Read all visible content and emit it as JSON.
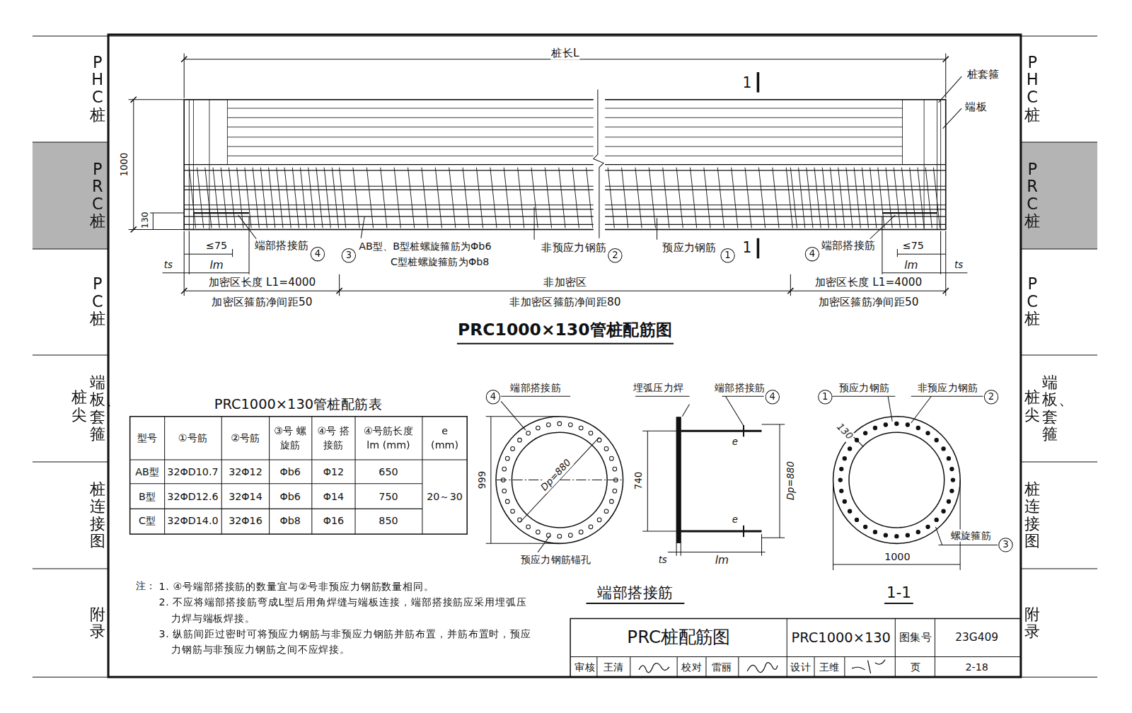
{
  "diagram": {
    "title": "PRC桩配筋图",
    "nodes": [
      {
        "text": [
          "PHC桩"
        ]
      },
      {
        "text": [
          "PRC桩"
        ]
      },
      {
        "text": [
          "PC桩"
        ]
      },
      {
        "text": [
          "端板、套箍",
          "桩尖"
        ]
      },
      {
        "text": [
          "桩连接图"
        ]
      },
      {
        "text": [
          "附录"
        ]
      },
      {
        "text": [
          "PHC桩"
        ]
      },
      {
        "text": [
          "PRC桩"
        ]
      },
      {
        "text": [
          "PC桩"
        ]
      },
      {
        "text": [
          "端板、套箍",
          "桩尖"
        ]
      },
      {
        "text": [
          "桩连接图"
        ]
      },
      {
        "text": [
          "附录"
        ]
      }
    ],
    "labels": [
      "桩长L",
      "1",
      "桩套箍",
      "端板",
      "1000",
      "130",
      "≤75",
      "端部搭接筋",
      "4",
      "3",
      "AB型、B型桩螺旋箍筋为Φb6",
      "C型桩螺旋箍筋为Φb8",
      "非预应力钢筋",
      "2",
      "预应力钢筋",
      "1",
      "1",
      "4",
      "端部搭接筋",
      "≤75",
      "lm",
      "ts",
      "lm",
      "ts",
      "加密区长度 L1=4000",
      "加密区箍筋净间距50",
      "非加密区",
      "非加密区箍筋净间距80",
      "加密区长度 L1=4000",
      "加密区箍筋净间距50",
      "PRC1000×130管桩配筋图",
      "PRC1000×130管桩配筋表",
      "型号",
      "①号筋",
      "②号筋",
      "③号 螺旋筋",
      "④号 搭接筋",
      "④号筋长度 lm (mm)",
      "e (mm)",
      "AB型",
      "32ΦD10.7",
      "32Φ12",
      "Φb6",
      "Φ12",
      "650",
      "20～30",
      "B型",
      "32ΦD12.6",
      "32Φ14",
      "Φb6",
      "Φ14",
      "750",
      "C型",
      "32ΦD14.0",
      "32Φ16",
      "Φb8",
      "Φ16",
      "850",
      "4",
      "端部搭接筋",
      "999",
      "Dp=880",
      "预应力钢筋锚孔",
      "埋弧压力焊",
      "端部搭接筋",
      "4",
      "740",
      "e",
      "e",
      "Dp=880",
      "ts",
      "lm",
      "端部搭接筋",
      "1",
      "预应力钢筋",
      "非预应力钢筋",
      "2",
      "130",
      "螺旋箍筋",
      "3",
      "1000",
      "1-1",
      "注：",
      "1. ④号端部搭接筋的数量宜与②号非预应力钢筋数量相同。",
      "2. 不应将端部搭接筋弯成L型后用角焊缝与端板连接，端部搭接筋应采用埋弧压力焊与端板焊接。",
      "3. 纵筋间距过密时可将预应力钢筋与非预应力钢筋并筋布置，并筋布置时，预应力钢筋与非预应力钢筋之间不应焊接。",
      "PRC1000×130",
      "图集号",
      "23G409",
      "审核",
      "王清",
      "校对",
      "雷丽",
      "设计",
      "王维",
      "页",
      "2-18"
    ]
  }
}
